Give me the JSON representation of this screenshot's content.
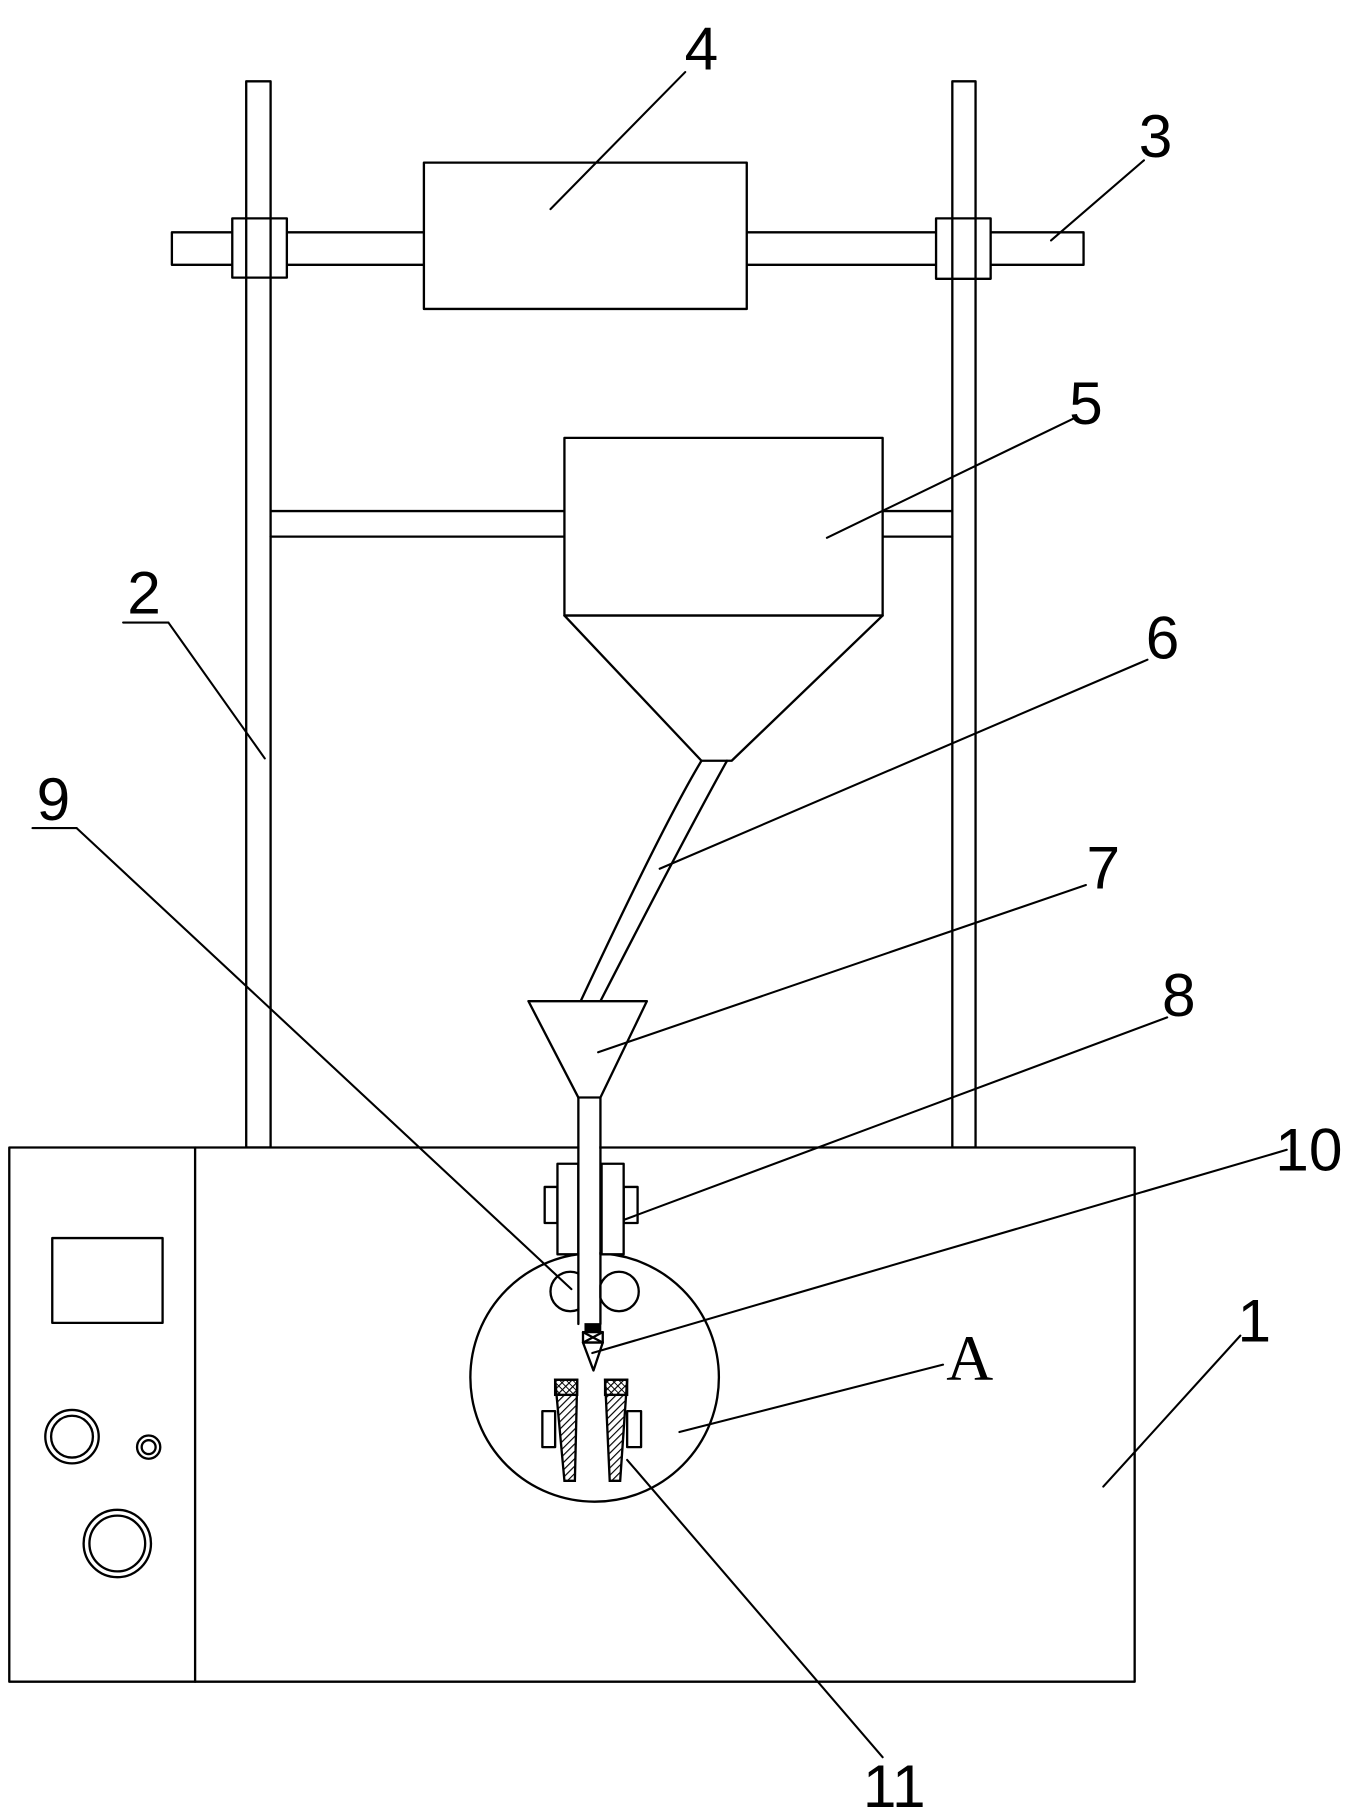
{
  "callouts": {
    "c1": "1",
    "c2": "2",
    "c3": "3",
    "c4": "4",
    "c5": "5",
    "c6": "6",
    "c7": "7",
    "c8": "8",
    "c9": "9",
    "c10": "10",
    "c11": "11",
    "cA": "A"
  }
}
